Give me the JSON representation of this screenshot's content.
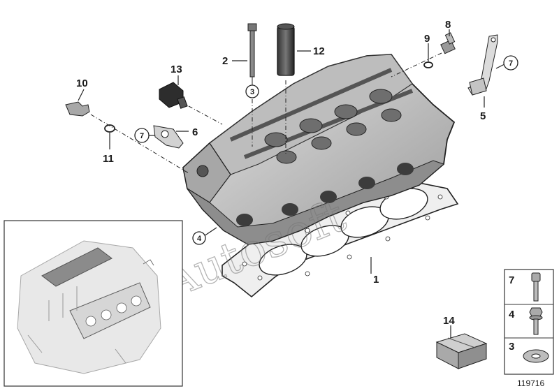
{
  "watermark": "Autosoft",
  "drawing_number": "119716",
  "callouts": {
    "c1": "1",
    "c2": "2",
    "c5": "5",
    "c6": "6",
    "c8": "8",
    "c9": "9",
    "c10": "10",
    "c11": "11",
    "c12": "12",
    "c13": "13",
    "c14": "14"
  },
  "circled_refs": {
    "r3": "3",
    "r4": "4",
    "r7a": "7",
    "r7b": "7"
  },
  "legend_box": {
    "rows": [
      {
        "number": "7",
        "icon": "cap-screw-icon"
      },
      {
        "number": "4",
        "icon": "hex-bolt-icon"
      },
      {
        "number": "3",
        "icon": "washer-icon"
      }
    ]
  },
  "inset": {
    "icon": "engine-overview-icon"
  },
  "colors": {
    "line": "#1a1a1a",
    "part_fill": "#d8d8d8",
    "part_dark": "#444444",
    "gasket": "#cfcfcf"
  }
}
